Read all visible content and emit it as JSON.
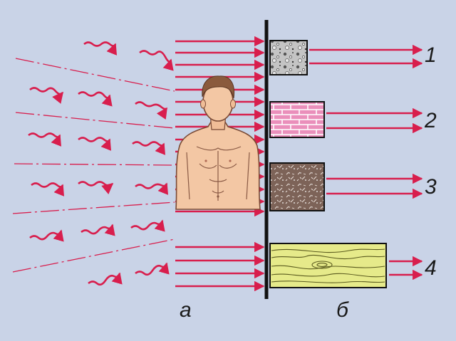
{
  "labels": {
    "panel_a": "а",
    "panel_b": "б",
    "material_1": "1",
    "material_2": "2",
    "material_3": "3",
    "material_4": "4"
  },
  "materials": [
    {
      "id": 1,
      "name": "concrete-block-icon"
    },
    {
      "id": 2,
      "name": "brick-block-icon"
    },
    {
      "id": 3,
      "name": "soil-block-icon"
    },
    {
      "id": 4,
      "name": "wood-block-icon"
    }
  ],
  "colors": {
    "background": "#c9d3e7",
    "radiation": "#d81e4d",
    "barrier": "#111111",
    "brick": "#ea8fbb",
    "wood": "#e6ea8a",
    "concrete": "#bcbcbc",
    "soil": "#7d6358",
    "skin": "#f3c7a4",
    "hair": "#8a5a3d"
  }
}
